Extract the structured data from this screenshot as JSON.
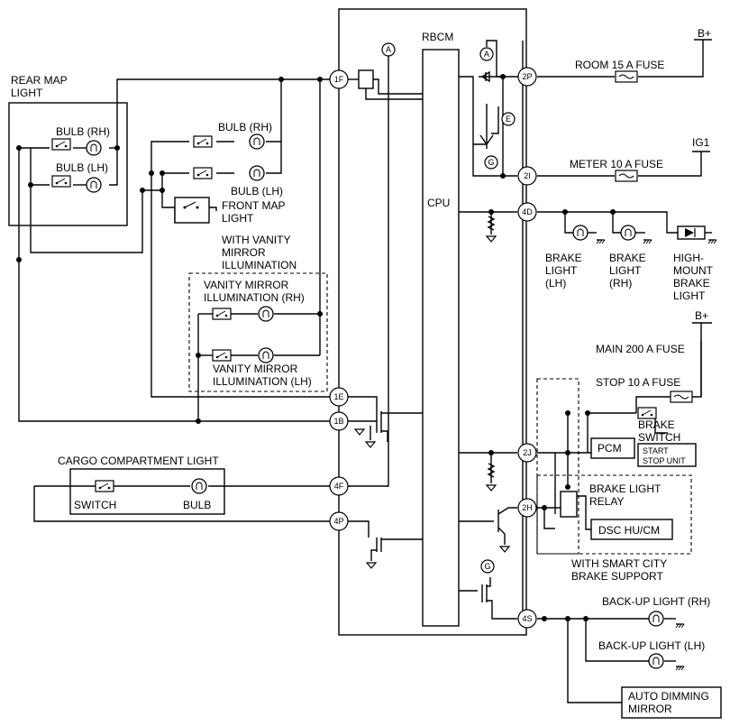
{
  "labels": {
    "rbcm": "RBCM",
    "cpu": "CPU",
    "rear_map_light": [
      "REAR MAP",
      "LIGHT"
    ],
    "rear_bulb_rh": "BULB (RH)",
    "rear_bulb_lh": "BULB (LH)",
    "front_bulb_rh": "BULB (RH)",
    "front_bulb_lh": "BULB (LH)",
    "front_map_light": [
      "FRONT MAP",
      "LIGHT"
    ],
    "with_vanity": [
      "WITH VANITY",
      "MIRROR",
      "ILLUMINATION"
    ],
    "vanity_rh": [
      "VANITY MIRROR",
      "ILLUMINATION (RH)"
    ],
    "vanity_lh": [
      "VANITY MIRROR",
      "ILLUMINATION (LH)"
    ],
    "cargo_light": "CARGO COMPARTMENT LIGHT",
    "cargo_switch": "SWITCH",
    "cargo_bulb": "BULB",
    "b_plus_1": "B+",
    "room_fuse": "ROOM 15 A FUSE",
    "ig1": "IG1",
    "meter_fuse": "METER 10 A FUSE",
    "brake_light_lh": [
      "BRAKE",
      "LIGHT",
      "(LH)"
    ],
    "brake_light_rh": [
      "BRAKE",
      "LIGHT",
      "(RH)"
    ],
    "high_mount": [
      "HIGH-",
      "MOUNT",
      "BRAKE",
      "LIGHT"
    ],
    "b_plus_2": "B+",
    "main_fuse": "MAIN 200 A FUSE",
    "stop_fuse": "STOP 10 A FUSE",
    "brake_switch": [
      "BRAKE",
      "SWITCH"
    ],
    "pcm": "PCM",
    "start_stop": [
      "START",
      "STOP UNIT"
    ],
    "brake_light_relay": [
      "BRAKE LIGHT",
      "RELAY"
    ],
    "dsc": "DSC HU/CM",
    "with_scbs": [
      "WITH SMART CITY",
      "BRAKE SUPPORT"
    ],
    "backup_rh": "BACK-UP LIGHT (RH)",
    "backup_lh": "BACK-UP LIGHT (LH)",
    "auto_dimming": [
      "AUTO DIMMING",
      "MIRROR"
    ]
  },
  "connectors": {
    "c1F": "1F",
    "c1E": "1E",
    "c1B": "1B",
    "c4F": "4F",
    "c4P": "4P",
    "c2P": "2P",
    "c2I": "2I",
    "c4D": "4D",
    "c2J": "2J",
    "c2H": "2H",
    "c4S": "4S"
  },
  "markers": {
    "a": "A",
    "e": "E",
    "g": "G"
  }
}
